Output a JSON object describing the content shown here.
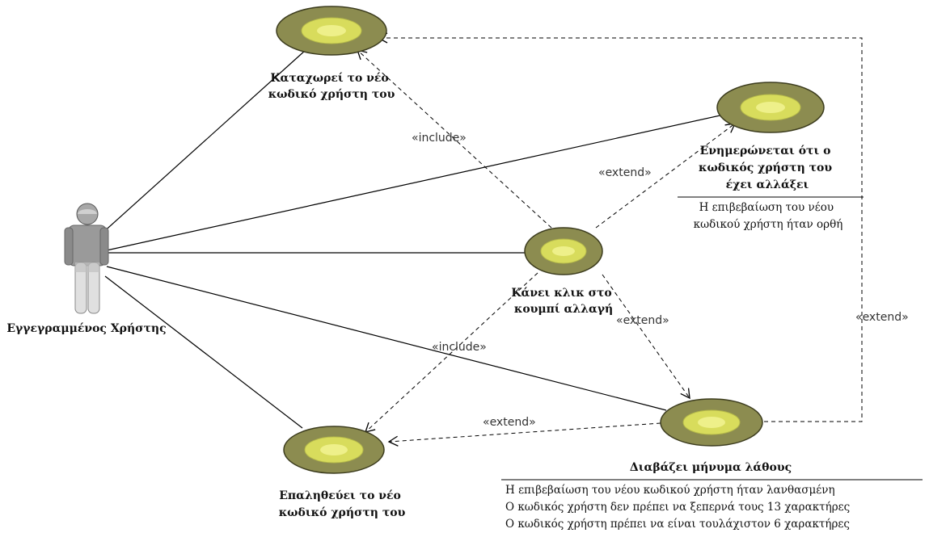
{
  "actor": {
    "name": "Εγγεγραμμένος Χρήστης"
  },
  "use_cases": {
    "register": {
      "lines": [
        "Καταχωρεί το νέο",
        "κωδικό χρήστη του"
      ]
    },
    "notified": {
      "lines": [
        "Ενημερώνεται ότι ο",
        "κωδικός χρήστη του",
        "έχει αλλάξει"
      ]
    },
    "click": {
      "lines": [
        "Κάνει κλικ στο",
        "κουμπί αλλαγή"
      ]
    },
    "verify": {
      "lines": [
        "Επαληθεύει το νέο",
        "κωδικό χρήστη του"
      ]
    },
    "error": {
      "lines": [
        "Διαβάζει μήνυμα λάθους"
      ]
    }
  },
  "stereotypes": {
    "include": "«include»",
    "extend": "«extend»"
  },
  "conditions": {
    "notified": [
      "Η επιβεβαίωση του νέου",
      "κωδικού χρήστη ήταν ορθή"
    ],
    "error": [
      "Η επιβεβαίωση του νέου κωδικού χρήστη ήταν λανθασμένη",
      "Ο κωδικός χρήστη δεν πρέπει να ξεπερνά τους 13 χαρακτήρες",
      "Ο κωδικός χρήστη πρέπει να είναι τουλάχιστον 6 χαρακτήρες"
    ]
  },
  "colors": {
    "ellipse_outer": "#8c8c50",
    "ellipse_inner": "#d8dc5c",
    "ellipse_core": "#eef08a",
    "ellipse_stroke": "#3c3c1e",
    "line": "#000000",
    "actor_body": "#9a9a9a",
    "actor_legs": "#d4d4d4"
  }
}
